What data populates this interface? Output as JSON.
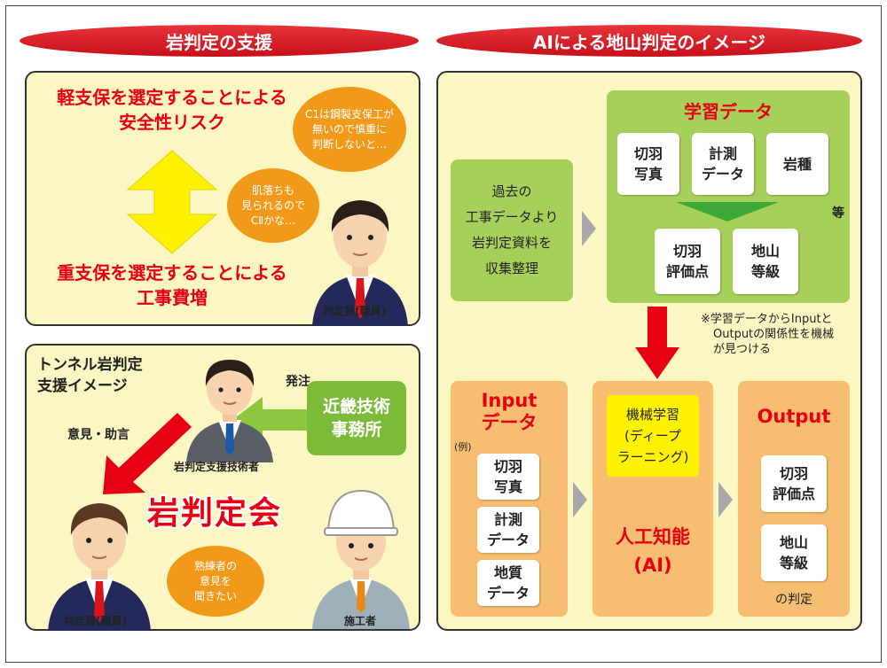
{
  "left_header": "岩判定の支援",
  "right_header": "AIによる地山判定のイメージ",
  "risk_top": [
    "軽支保を選定することによる",
    "安全性リスク"
  ],
  "risk_bottom": [
    "重支保を選定することによる",
    "工事費増"
  ],
  "bubble_1": [
    "C1は鋼製支保工が",
    "無いので慎重に",
    "判断しないと…"
  ],
  "bubble_2": [
    "肌落ちも",
    "見られるので",
    "CⅡかな…"
  ],
  "judge_caption_1": "判定員(職員)",
  "support_title": [
    "トンネル岩判定",
    "支援イメージ"
  ],
  "order_label": "発注",
  "office": [
    "近畿技術",
    "事務所"
  ],
  "advice_label": "意見・助言",
  "engineer_caption": "岩判定支援技術者",
  "meeting_title": "岩判定会",
  "bubble_3": [
    "熟練者の",
    "意見を",
    "聞きたい"
  ],
  "judge_caption_2": "判定員(職員)",
  "contractor_caption": "施工者",
  "collect": [
    "過去の",
    "工事データより",
    "岩判定資料を",
    "収集整理"
  ],
  "learning_title": "学習データ",
  "learn_inputs": [
    [
      "切羽",
      "写真"
    ],
    [
      "計測",
      "データ"
    ],
    [
      "岩種"
    ]
  ],
  "learn_etc": "等",
  "learn_outputs": [
    [
      "切羽",
      "評価点"
    ],
    [
      "地山",
      "等級"
    ]
  ],
  "note": [
    "※学習データからInputと",
    "Outputの関係性を機械",
    "が見つける"
  ],
  "input_title": [
    "Input",
    "データ"
  ],
  "input_example": "(例)",
  "input_items": [
    [
      "切羽",
      "写真"
    ],
    [
      "計測",
      "データ"
    ],
    [
      "地質",
      "データ"
    ]
  ],
  "ml_label": [
    "機械学習",
    "(ディープ",
    "ラーニング)"
  ],
  "ai_label": [
    "人工知能",
    "(AI)"
  ],
  "output_title": "Output",
  "output_items": [
    [
      "切羽",
      "評価点"
    ],
    [
      "地山",
      "等級"
    ]
  ],
  "output_suffix": "の判定",
  "colors": {
    "red": "#e60012",
    "orange": "#f19a1a",
    "green": "#a7d05a",
    "yellow": "#fff200",
    "panel": "#fcf6c2"
  }
}
